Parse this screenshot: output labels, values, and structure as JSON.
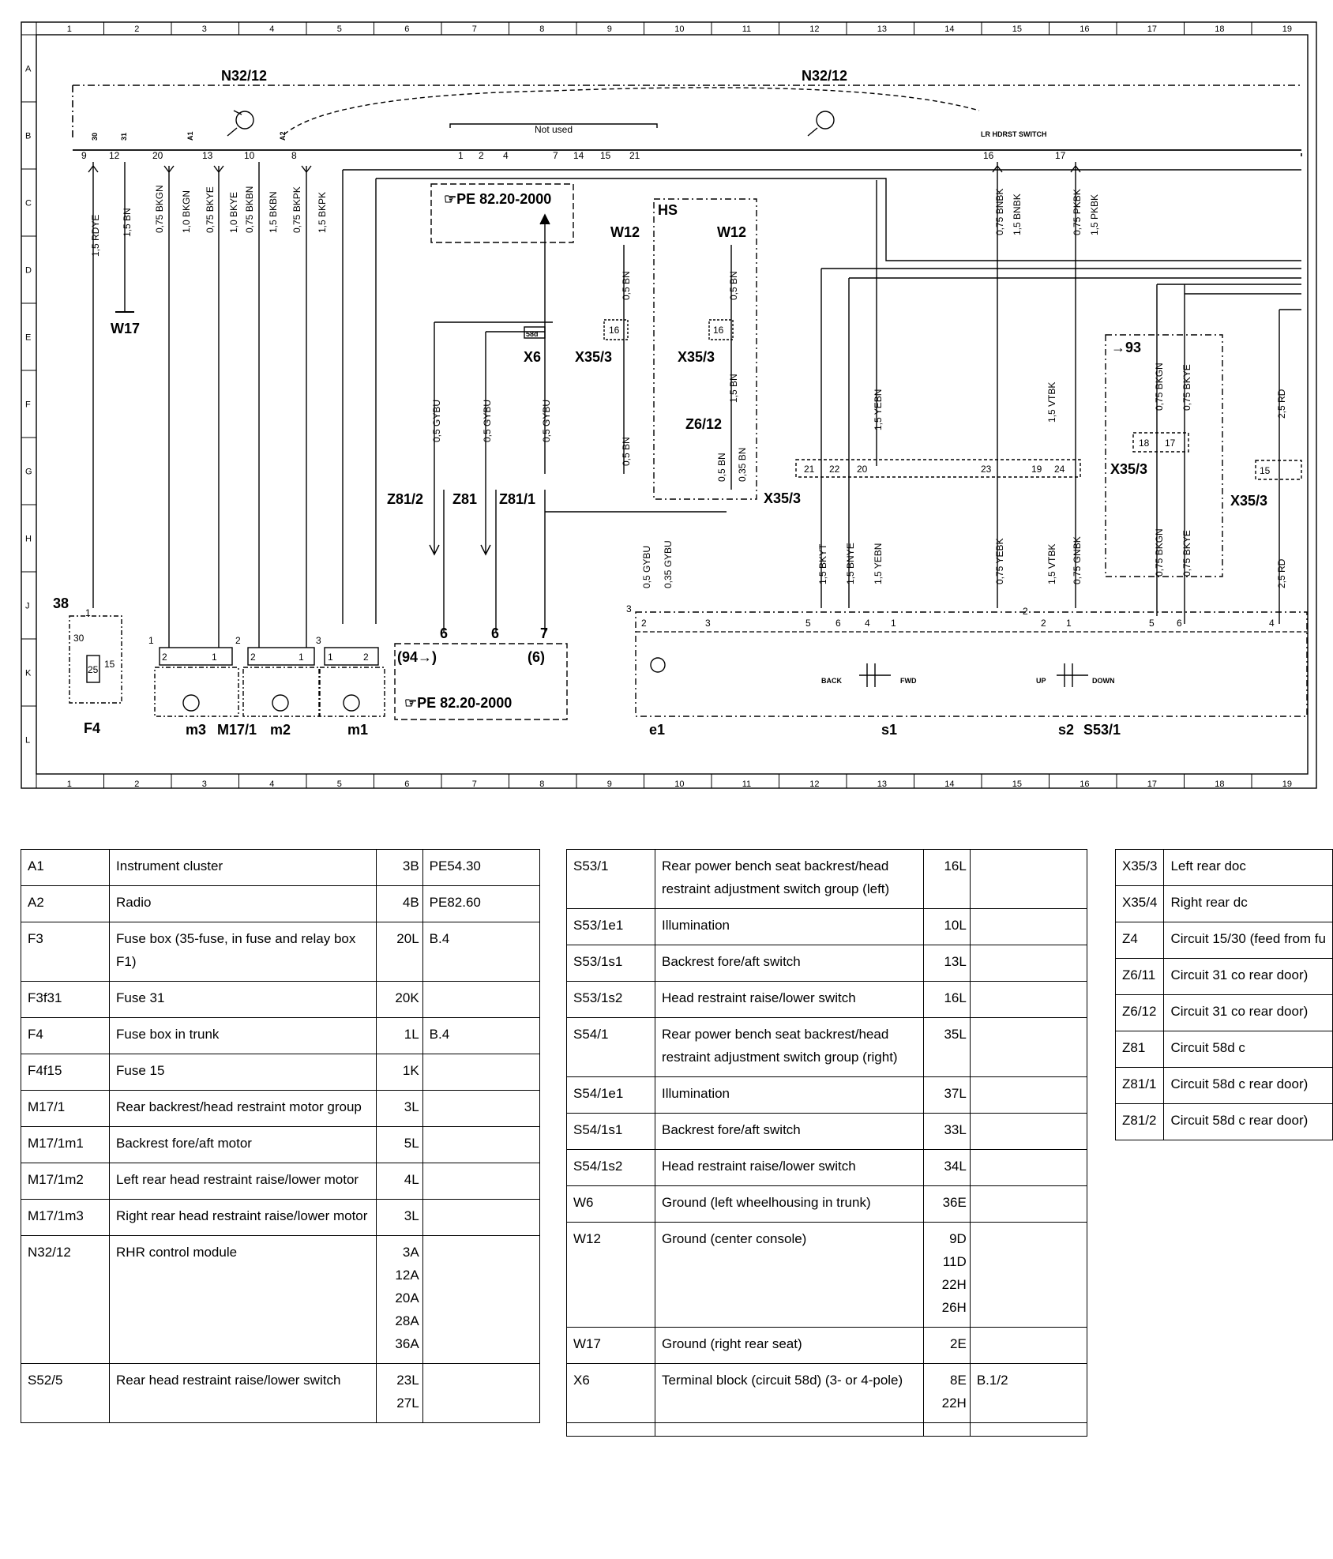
{
  "frame": {
    "columns": [
      "1",
      "2",
      "3",
      "4",
      "5",
      "6",
      "7",
      "8",
      "9",
      "10",
      "11",
      "12",
      "13",
      "14",
      "15",
      "16",
      "17",
      "18",
      "19"
    ],
    "rows": [
      "A",
      "B",
      "C",
      "D",
      "E",
      "F",
      "G",
      "H",
      "J",
      "K",
      "L"
    ]
  },
  "labels": {
    "n32_left": "N32/12",
    "n32_right": "N32/12",
    "not_used": "Not used",
    "lr_hdrst": "LR HDRST SWITCH",
    "pe_ref_top": "☞PE 82.20-2000",
    "pe_ref_bottom": "☞PE 82.20-2000",
    "hs": "HS",
    "w12_a": "W12",
    "w12_b": "W12",
    "w17": "W17",
    "x6": "X6",
    "x35_3_a": "X35/3",
    "x35_3_b": "X35/3",
    "x35_3_c": "X35/3",
    "x35_3_d": "X35/3",
    "x35_3_e": "X35/3",
    "z6_12": "Z6/12",
    "z81_2": "Z81/2",
    "z81": "Z81",
    "z81_1": "Z81/1",
    "arrow93": "→93",
    "f4": "F4",
    "m3": "m3",
    "m17_1": "M17/1",
    "m2": "m2",
    "m1": "m1",
    "e1": "e1",
    "s1": "s1",
    "s2": "s2",
    "s53_1": "S53/1",
    "back": "BACK",
    "fwd": "FWD",
    "up": "UP",
    "down": "DOWN",
    "ref94": "(94→)",
    "ref6": "(6)",
    "n6a": "6",
    "n6b": "6",
    "n7": "7",
    "n38": "38",
    "n1": "1",
    "n2": "2",
    "n3": "3",
    "n3b": "3",
    "n2b": "2"
  },
  "wires": {
    "rdye": "1,5 RDYE",
    "bn15": "1,5 BN",
    "bkgn": "0,75 BKGN",
    "bkgn_alt": "1,0 BKGN",
    "bkye": "0,75 BKYE",
    "bkye_alt": "1,0 BKYE",
    "bkbn": "0,75 BKBN",
    "bkbn_alt": "1,5 BKBN",
    "bkpk": "0,75 BKPK",
    "bkpk_alt": "1,5 BKPK",
    "gybu": "0,5 GYBU",
    "bn05": "0,5 BN",
    "bn035": "0,35 BN",
    "gybu035": "0,35 GYBU",
    "yebn": "1,5 YEBN",
    "bnbk": "0,75 BNBK",
    "bnbk_alt": "1,5 BNBK",
    "pkbk": "0,75 PKBK",
    "pkbk_alt": "1,5 PKBK",
    "vtbk": "1,5 VTBK",
    "bkyt": "1,5 BKYT",
    "bnye": "1,5 BNYE",
    "yebk": "0,75 YEBK",
    "vtbk075": "1,5 VTBK",
    "gnbk": "0,75 GNBK",
    "rd": "2,5 RD"
  },
  "pins": {
    "top": [
      "9",
      "12",
      "20",
      "13",
      "10",
      "8",
      "1",
      "2",
      "4",
      "7",
      "14",
      "15",
      "21",
      "16",
      "17"
    ],
    "conn_top": [
      "30",
      "31",
      "A1",
      "A2"
    ],
    "x35_row": [
      "21",
      "22",
      "20",
      "23",
      "19",
      "24"
    ],
    "x35_93": [
      "18",
      "17"
    ],
    "x35_right": "15",
    "x6_pin": "58d",
    "x35_16a": "16",
    "x35_16b": "16",
    "fuse_pins": [
      "1",
      "30",
      "25",
      "15"
    ],
    "s53_pins": [
      "2",
      "3",
      "5",
      "6",
      "4",
      "1",
      "2",
      "2",
      "1",
      "5",
      "6",
      "4"
    ],
    "motor_pins": [
      "2",
      "1",
      "2",
      "1",
      "1",
      "2"
    ]
  },
  "legend_left": [
    {
      "code": "A1",
      "desc": "Instrument cluster",
      "loc": "3B",
      "ref": "PE54.30"
    },
    {
      "code": "A2",
      "desc": "Radio",
      "loc": "4B",
      "ref": "PE82.60"
    },
    {
      "code": "F3",
      "desc": "Fuse box (35-fuse, in fuse and relay box F1)",
      "loc": "20L",
      "ref": "B.4"
    },
    {
      "code": "F3f31",
      "desc": "Fuse 31",
      "loc": "20K",
      "ref": ""
    },
    {
      "code": "F4",
      "desc": "Fuse box in trunk",
      "loc": "1L",
      "ref": "B.4"
    },
    {
      "code": "F4f15",
      "desc": "Fuse 15",
      "loc": "1K",
      "ref": ""
    },
    {
      "code": "M17/1",
      "desc": "Rear backrest/head restraint motor group",
      "loc": "3L",
      "ref": ""
    },
    {
      "code": "M17/1m1",
      "desc": "Backrest fore/aft motor",
      "loc": "5L",
      "ref": ""
    },
    {
      "code": "M17/1m2",
      "desc": "Left rear head restraint raise/lower motor",
      "loc": "4L",
      "ref": ""
    },
    {
      "code": "M17/1m3",
      "desc": "Right rear head restraint raise/lower motor",
      "loc": "3L",
      "ref": ""
    },
    {
      "code": "N32/12",
      "desc": "RHR control module",
      "loc": "3A 12A 20A 28A 36A",
      "ref": ""
    },
    {
      "code": "S52/5",
      "desc": "Rear head restraint raise/lower switch",
      "loc": "23L 27L",
      "ref": ""
    }
  ],
  "legend_mid": [
    {
      "code": "S53/1",
      "desc": "Rear power bench seat backrest/head restraint adjustment switch group (left)",
      "loc": "16L",
      "ref": ""
    },
    {
      "code": "S53/1e1",
      "desc": "Illumination",
      "loc": "10L",
      "ref": ""
    },
    {
      "code": "S53/1s1",
      "desc": "Backrest fore/aft switch",
      "loc": "13L",
      "ref": ""
    },
    {
      "code": "S53/1s2",
      "desc": "Head restraint raise/lower switch",
      "loc": "16L",
      "ref": ""
    },
    {
      "code": "S54/1",
      "desc": "Rear power bench seat backrest/head restraint adjustment switch group (right)",
      "loc": "35L",
      "ref": ""
    },
    {
      "code": "S54/1e1",
      "desc": "Illumination",
      "loc": "37L",
      "ref": ""
    },
    {
      "code": "S54/1s1",
      "desc": "Backrest fore/aft switch",
      "loc": "33L",
      "ref": ""
    },
    {
      "code": "S54/1s2",
      "desc": "Head restraint raise/lower switch",
      "loc": "34L",
      "ref": ""
    },
    {
      "code": "W6",
      "desc": "Ground (left wheelhousing in trunk)",
      "loc": "36E",
      "ref": ""
    },
    {
      "code": "W12",
      "desc": "Ground (center console)",
      "loc": "9D 11D 22H 26H",
      "ref": ""
    },
    {
      "code": "W17",
      "desc": "Ground (right rear seat)",
      "loc": "2E",
      "ref": ""
    },
    {
      "code": "X6",
      "desc": "Terminal block (circuit 58d) (3- or 4-pole)",
      "loc": "8E 22H",
      "ref": "B.1/2"
    },
    {
      "code": "",
      "desc": "",
      "loc": "",
      "ref": ""
    }
  ],
  "legend_right": [
    {
      "code": "X35/3",
      "desc": "Left rear doc"
    },
    {
      "code": "X35/4",
      "desc": "Right rear dc"
    },
    {
      "code": "Z4",
      "desc": "Circuit 15/30 (feed from fu"
    },
    {
      "code": "Z6/11",
      "desc": "Circuit 31 co rear door)"
    },
    {
      "code": "Z6/12",
      "desc": "Circuit 31 co rear door)"
    },
    {
      "code": "Z81",
      "desc": "Circuit 58d c"
    },
    {
      "code": "Z81/1",
      "desc": "Circuit 58d c rear door)"
    },
    {
      "code": "Z81/2",
      "desc": "Circuit 58d c rear door)"
    }
  ]
}
